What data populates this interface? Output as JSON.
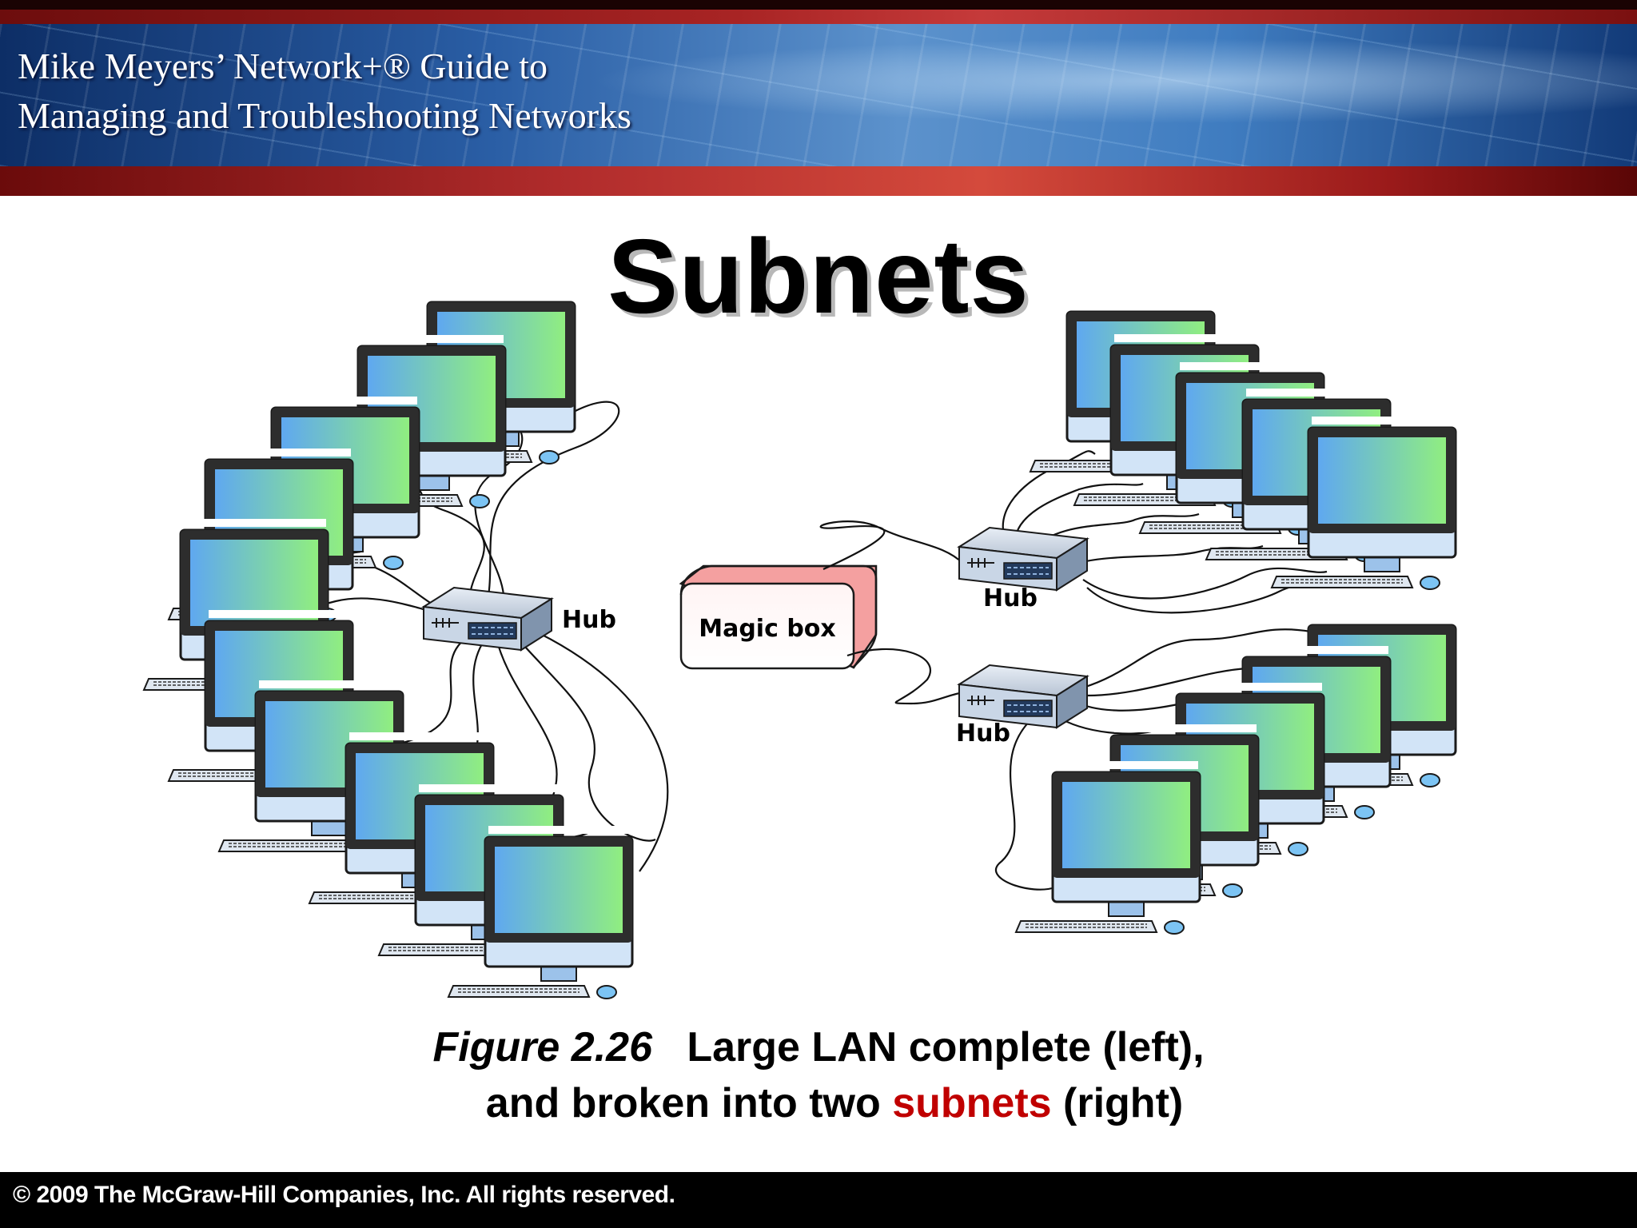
{
  "banner": {
    "title_line1": "Mike Meyers’ Network+® Guide to",
    "title_line2": "Managing and Troubleshooting Networks"
  },
  "slide": {
    "title": "Subnets"
  },
  "diagram": {
    "left_hub_label": "Hub",
    "magic_box_label": "Magic box",
    "right_top_hub_label": "Hub",
    "right_bottom_hub_label": "Hub"
  },
  "caption": {
    "figure_label": "Figure 2.26",
    "line1_text": "Large LAN complete (left),",
    "line2_prefix": "and broken into two",
    "line2_highlight": "subnets",
    "line2_suffix": "(right)"
  },
  "footer": {
    "copyright": "© 2009 The McGraw-Hill Companies, Inc. All rights reserved."
  },
  "colors": {
    "highlight": "#c00000",
    "screen_left": "#5fa8f0",
    "screen_right": "#90ee80",
    "magic_box": "#f4a0a0"
  }
}
